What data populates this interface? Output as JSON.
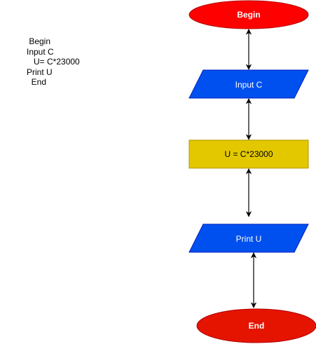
{
  "pseudocode": {
    "lines": [
      " Begin",
      "Input C",
      "   U= C*23000",
      "Print U",
      "  End"
    ]
  },
  "flowchart": {
    "begin": {
      "label": "Begin",
      "fill": "#ff0000",
      "text_color": "#ffffff"
    },
    "input": {
      "label": "Input C",
      "fill": "#0050ef",
      "text_color": "#ffffff"
    },
    "process": {
      "label": "U = C*23000",
      "fill": "#e3c800",
      "text_color": "#000000"
    },
    "output": {
      "label": "Print U",
      "fill": "#0050ef",
      "text_color": "#ffffff"
    },
    "end": {
      "label": "End",
      "fill": "#e51400",
      "text_color": "#ffffff"
    }
  }
}
